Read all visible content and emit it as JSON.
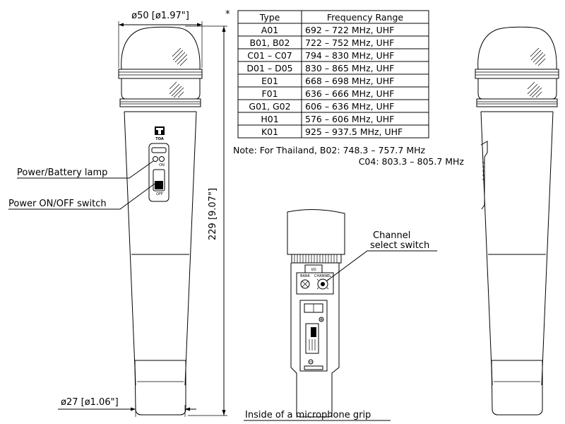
{
  "dimensions": {
    "head_diameter": "ø50 [ø1.97\"]",
    "length": "229 [9.07\"]",
    "bottom_diameter": "ø27 [ø1.06\"]"
  },
  "callouts": {
    "power_lamp": "Power/Battery lamp",
    "power_switch": "Power ON/OFF switch",
    "channel_select_line1": "Channel",
    "channel_select_line2": "select switch"
  },
  "switch_marks": {
    "on": "ON",
    "off": "OFF"
  },
  "brand_logo_text": "TOA",
  "grip_marks": {
    "io": "I/O",
    "bank": "BANK",
    "channel": "CHANNEL"
  },
  "table": {
    "asterisk": "*",
    "headers": [
      "Type",
      "Frequency Range"
    ],
    "rows": [
      [
        "A01",
        "692 – 722 MHz, UHF"
      ],
      [
        "B01, B02",
        "722 – 752 MHz, UHF"
      ],
      [
        "C01 – C07",
        "794 – 830 MHz, UHF"
      ],
      [
        "D01 – D05",
        "830 – 865 MHz, UHF"
      ],
      [
        "E01",
        "668 – 698 MHz, UHF"
      ],
      [
        "F01",
        "636 – 666 MHz, UHF"
      ],
      [
        "G01, G02",
        "606 – 636 MHz, UHF"
      ],
      [
        "H01",
        "576 – 606 MHz, UHF"
      ],
      [
        "K01",
        "925 – 937.5 MHz, UHF"
      ]
    ]
  },
  "note": {
    "line1": "Note: For Thailand, B02: 748.3 – 757.7 MHz",
    "line2": "C04: 803.3 – 805.7 MHz"
  },
  "caption": "Inside of a microphone grip"
}
